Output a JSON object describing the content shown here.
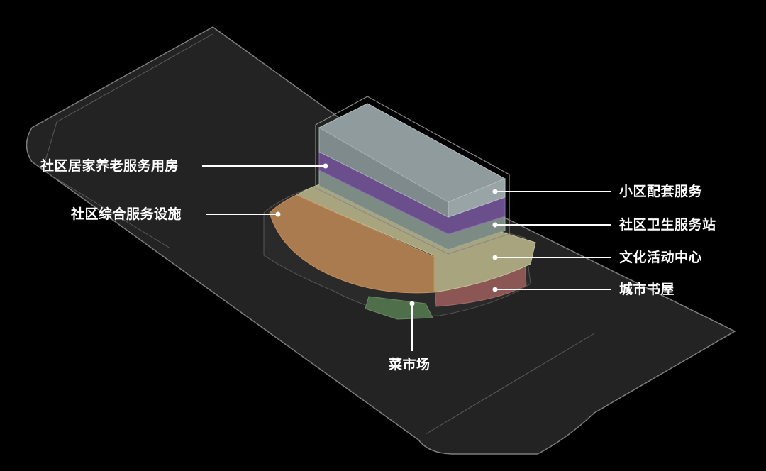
{
  "labels": {
    "elderly_housing": "社区居家养老服务用房",
    "community_facility": "社区综合服务设施",
    "residential_service": "小区配套服务",
    "health_station": "社区卫生服务站",
    "culture_center": "文化活动中心",
    "city_bookstore": "城市书屋",
    "vegetable_market": "菜市场"
  },
  "colors": {
    "background": "#000000",
    "site": "#232323",
    "top_block": "#8f9b9d",
    "elderly_housing": "#6b4f8c",
    "health_station": "#7c8c84",
    "culture_center": "#a8a57e",
    "community_facility": "#a97b4f",
    "city_bookstore": "#8c5655",
    "vegetable_market": "#4f6f4a"
  }
}
